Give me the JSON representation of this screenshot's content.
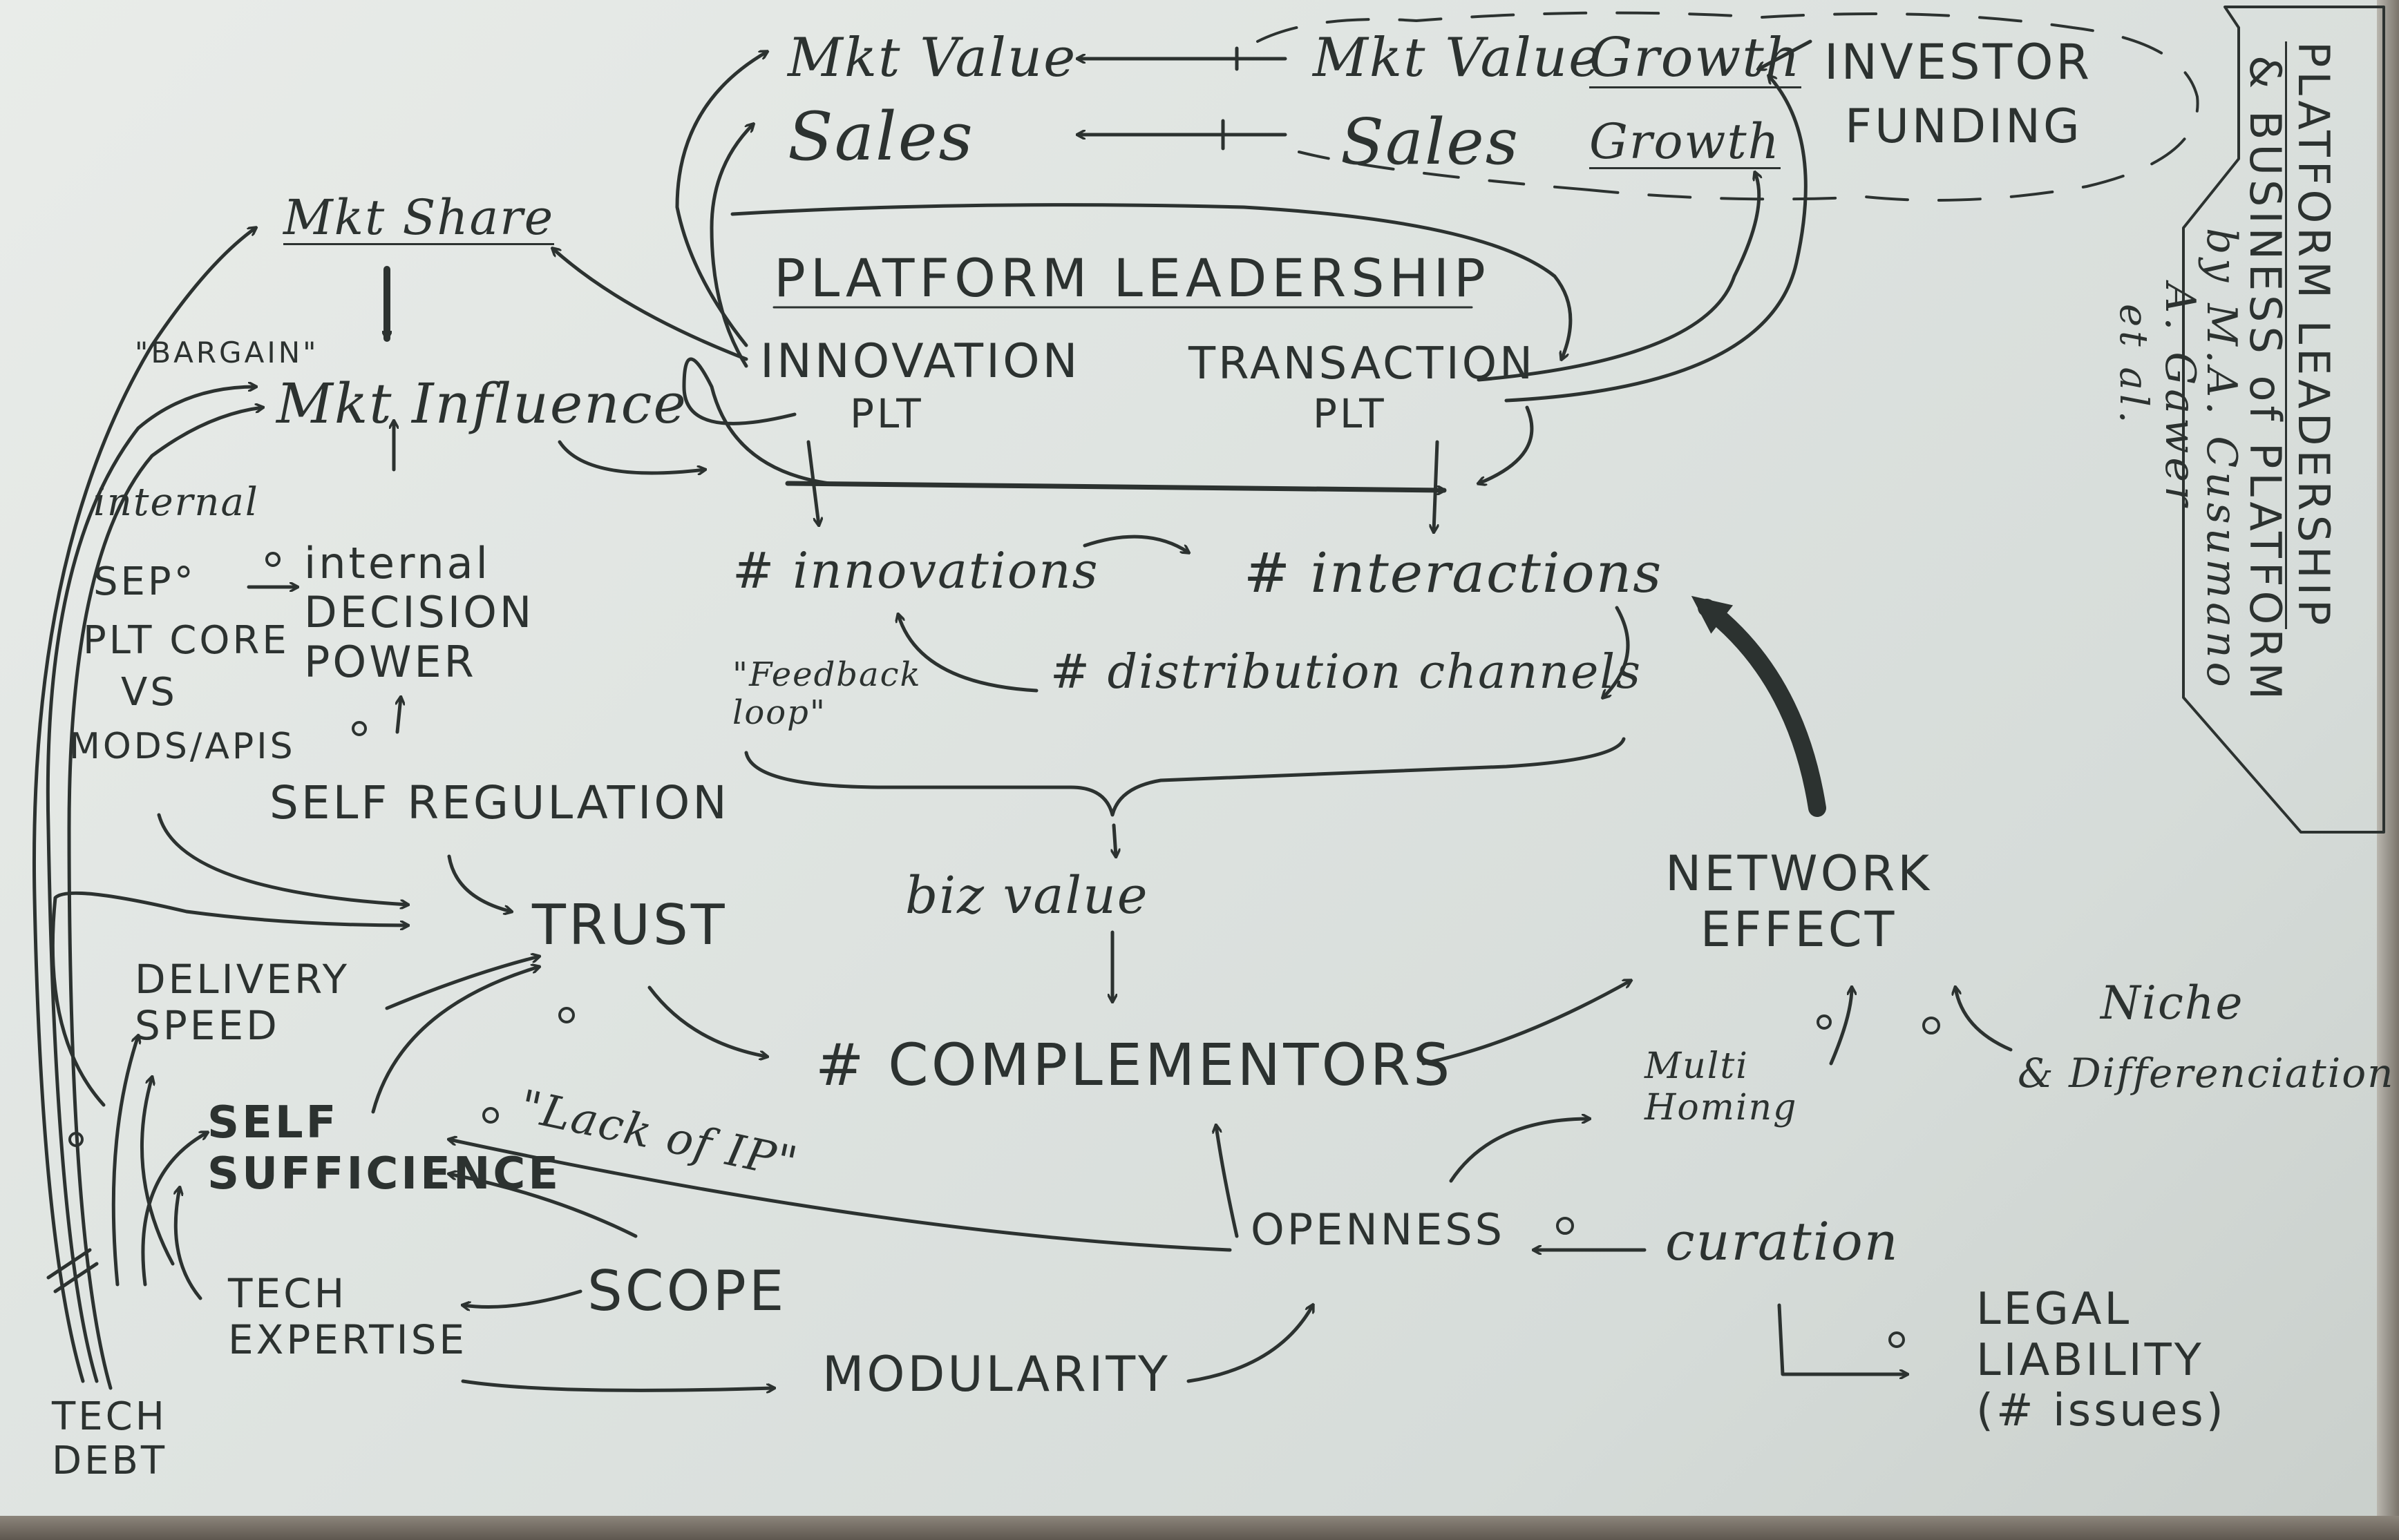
{
  "nodes": {
    "mkt_value_top": "Mkt Value",
    "mkt_value_growth_a": "Mkt Value",
    "mkt_value_growth_b": "Growth",
    "investor_a": "INVESTOR",
    "investor_b": "FUNDING",
    "sales": "Sales",
    "sales_growth_a": "Sales",
    "sales_growth_b": "Growth",
    "mkt_share": "Mkt Share",
    "platform_leadership": "PLATFORM LEADERSHIP",
    "innovation_plt_a": "INNOVATION",
    "innovation_plt_b": "PLT",
    "transaction_plt_a": "TRANSACTION",
    "transaction_plt_b": "PLT",
    "bargain": "\"BARGAIN\"",
    "mkt_influence": "Mkt Influence",
    "internal": "internal",
    "sep": "SEP°",
    "plt_core": "PLT CORE",
    "vs": "VS",
    "mods_apis": "MODS/APIS",
    "internal_decision": "internal\nDECISION\nPOWER",
    "self_regulation": "SELF REGULATION",
    "innovations": "# innovations",
    "interactions": "# interactions",
    "distribution_channels": "# distribution channels",
    "feedback_loop": "\"Feedback\nloop\"",
    "biz_value": "biz value",
    "trust": "TRUST",
    "delivery_speed": "DELIVERY\nSPEED",
    "complementors": "# COMPLEMENTORS",
    "network_effect": "NETWORK\nEFFECT",
    "niche": "Niche",
    "differentiation": "& Differenciation",
    "multi_homing": "Multi\nHoming",
    "self_sufficience": "SELF\nSUFFICIENCE",
    "lack_of_ip": "\"Lack of IP\"",
    "openness": "OPENNESS",
    "curation": "curation",
    "scope": "SCOPE",
    "tech_expertise": "TECH\nEXPERTISE",
    "modularity": "MODULARITY",
    "legal_liability": "LEGAL\nLIABILITY\n(# issues)",
    "tech_debt": "TECH\nDEBT"
  },
  "polarity": {
    "negative": "o",
    "delay": "//"
  },
  "title": {
    "line1": "PLATFORM LEADERSHIP",
    "line2": "& BUSINESS of PLATFORM",
    "line3": "by M.A. Cusumano",
    "line4": "A. Gawer",
    "line5": "et al."
  },
  "colors": {
    "paper": "#e3e7e4",
    "ink": "#2c3230",
    "pencil": "#3a403d"
  }
}
